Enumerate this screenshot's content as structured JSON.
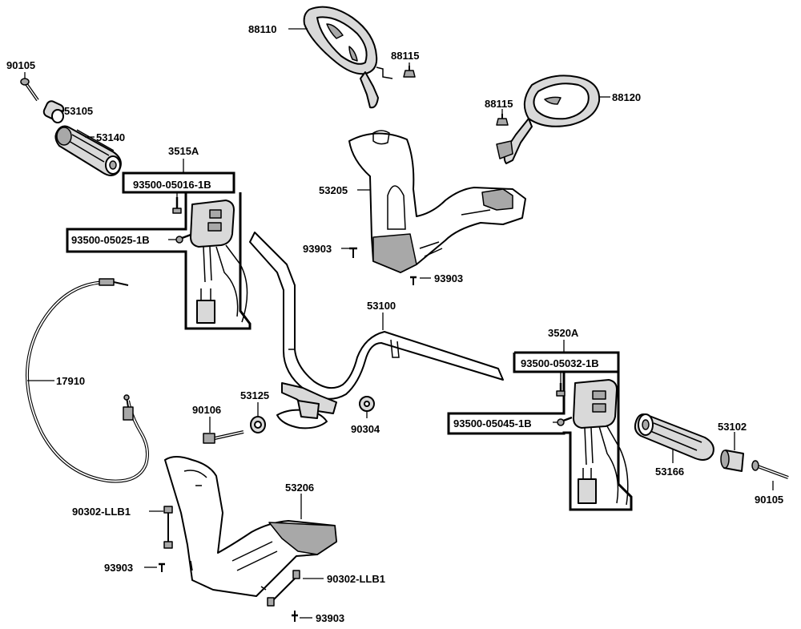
{
  "labels": {
    "p90105_left": "90105",
    "p53105": "53105",
    "p53140": "53140",
    "p3515A": "3515A",
    "p93500_05016": "93500-05016-1B",
    "p93500_05025": "93500-05025-1B",
    "p17910": "17910",
    "p88110": "88110",
    "p88115_top": "88115",
    "p88115_right": "88115",
    "p88120": "88120",
    "p53205": "53205",
    "p93903_a": "93903",
    "p93903_b": "93903",
    "p53100": "53100",
    "p53125": "53125",
    "p90106": "90106",
    "p90304": "90304",
    "p3520A": "3520A",
    "p93500_05032": "93500-05032-1B",
    "p93500_05045": "93500-05045-1B",
    "p53102": "53102",
    "p53166": "53166",
    "p90105_right": "90105",
    "p53206": "53206",
    "p90302_left": "90302-LLB1",
    "p93903_c": "93903",
    "p90302_right": "90302-LLB1",
    "p93903_d": "93903"
  }
}
